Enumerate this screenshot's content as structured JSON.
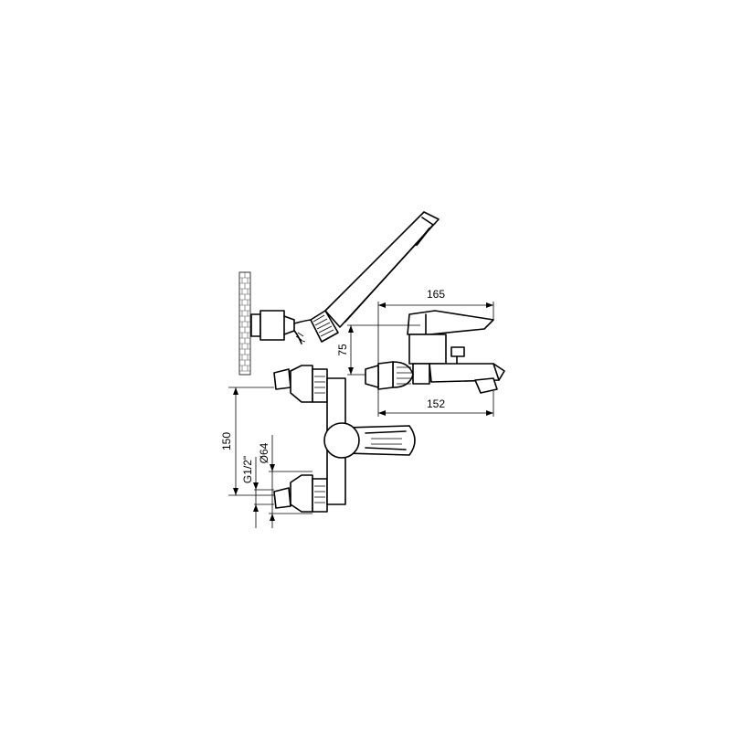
{
  "dimensions": {
    "width_total": "165",
    "height_lever": "75",
    "width_spout": "152",
    "height_connections": "150",
    "flange_diameter": "Ø64",
    "thread": "G1/2\""
  }
}
